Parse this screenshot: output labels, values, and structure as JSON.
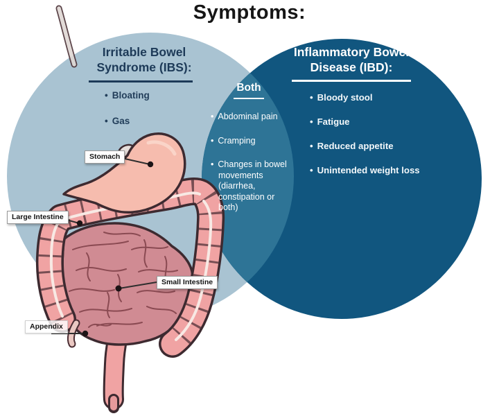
{
  "title": "Symptoms:",
  "venn": {
    "left": {
      "heading": "Irritable Bowel Syndrome (IBS):",
      "items": [
        "Bloating",
        "Gas"
      ]
    },
    "both": {
      "heading": "Both",
      "items": [
        "Abdominal pain",
        "Cramping",
        "Changes in bowel movements (diarrhea, constipation or both)"
      ]
    },
    "right": {
      "heading": "Inflammatory Bowel Disease (IBD):",
      "items": [
        "Bloody stool",
        "Fatigue",
        "Reduced appetite",
        "Unintended weight loss"
      ]
    }
  },
  "anatomy": {
    "labels": {
      "stomach": "Stomach",
      "large_intestine": "Large Intestine",
      "small_intestine": "Small Intestine",
      "appendix": "Appendix"
    }
  },
  "colors": {
    "left_circle": "#a9c3d2",
    "overlap": "#2e7496",
    "right_circle": "#11567f",
    "heading_navy": "#1d3a58",
    "stomach_pink": "#f6bcae",
    "colon_pink": "#f0a3a3",
    "intestine_pink": "#d08b93",
    "outline_dark": "#3d2a30"
  }
}
